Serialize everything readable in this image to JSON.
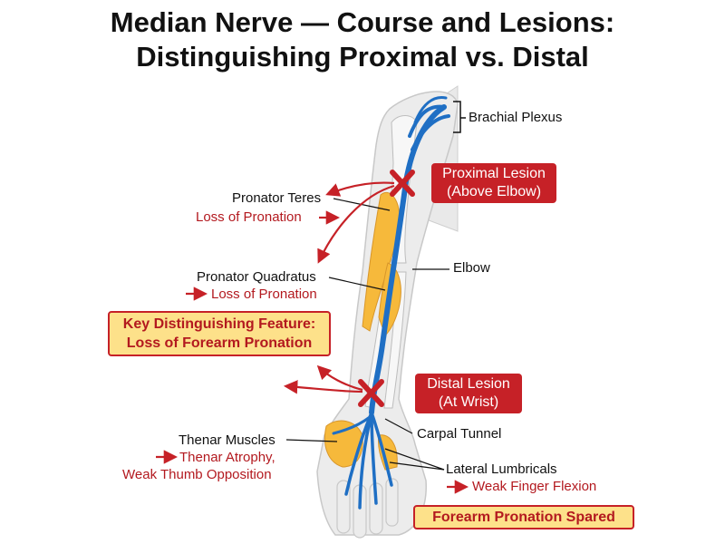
{
  "title": {
    "line1": "Median Nerve — Course and Lesions:",
    "line2": "Distinguishing Proximal vs. Distal"
  },
  "labels": {
    "brachial_plexus": "Brachial Plexus",
    "elbow": "Elbow",
    "carpal_tunnel": "Carpal Tunnel",
    "pronator_teres": "Pronator Teres",
    "pronator_teres_effect": "Loss of Pronation",
    "pronator_quadratus": "Pronator Quadratus",
    "pronator_quadratus_effect": "Loss of Pronation",
    "thenar_muscles": "Thenar Muscles",
    "thenar_effect_line1": "Thenar Atrophy,",
    "thenar_effect_line2": "Weak Thumb Opposition",
    "lateral_lumbricals": "Lateral Lumbricals",
    "lumbricals_effect": "Weak Finger Flexion"
  },
  "callouts": {
    "proximal_lesion_line1": "Proximal Lesion",
    "proximal_lesion_line2": "(Above Elbow)",
    "distal_lesion_line1": "Distal Lesion",
    "distal_lesion_line2": "(At Wrist)",
    "key_feature_line1": "Key Distinguishing Feature:",
    "key_feature_line2": "Loss of Forearm Pronation",
    "pronation_spared": "Forearm Pronation Spared"
  },
  "colors": {
    "nerve": "#1f6fc4",
    "muscle": "#f6b93b",
    "lesion": "#c62127",
    "skin": "#ececec",
    "callout_fill": "#fde18a"
  }
}
